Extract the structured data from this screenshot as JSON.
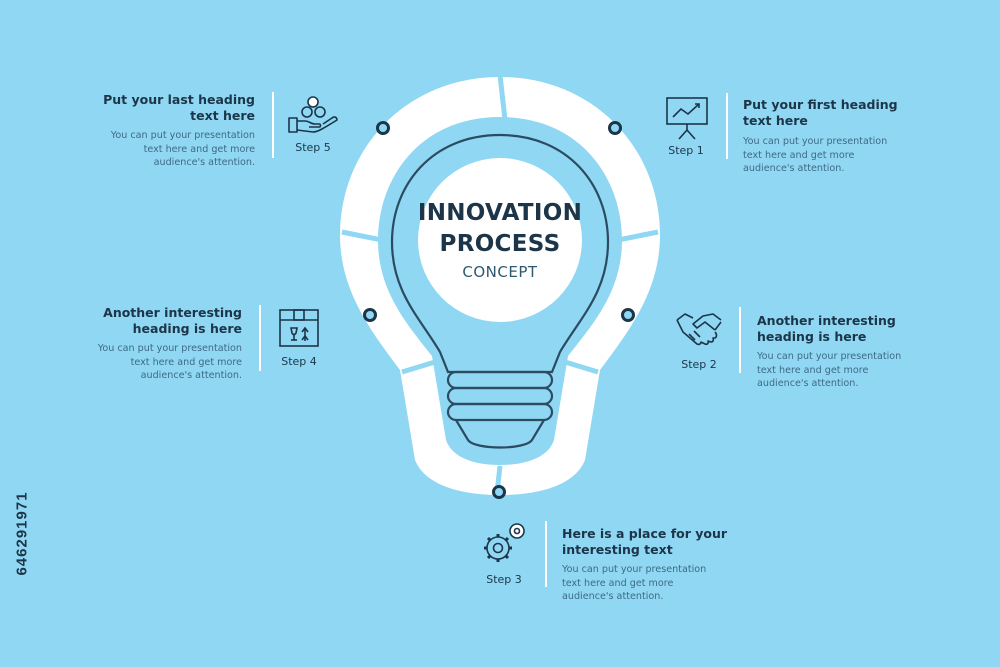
{
  "title": {
    "main": "INNOVATION\nPROCESS",
    "sub": "CONCEPT"
  },
  "side_id": "646291971",
  "colors": {
    "background": "#8fd7f3",
    "dark": "#1c3548",
    "white": "#ffffff"
  },
  "steps": [
    {
      "label": "Step 1",
      "heading": "Put your first heading\ntext here",
      "text": "You can put your presentation\ntext here and get more\naudience's attention.",
      "icon": "presentation-chart-icon"
    },
    {
      "label": "Step 2",
      "heading": "Another interesting\nheading is here",
      "text": "You can put your presentation\ntext here and get more\naudience's attention.",
      "icon": "handshake-icon"
    },
    {
      "label": "Step 3",
      "heading": "Here is a place for your\ninteresting text",
      "text": "You can put your presentation\ntext here and get more\naudience's attention.",
      "icon": "gears-icon"
    },
    {
      "label": "Step 4",
      "heading": "Another interesting\nheading is here",
      "text": "You can put your presentation\ntext here and get more\naudience's attention.",
      "icon": "box-icon"
    },
    {
      "label": "Step 5",
      "heading": "Put your last heading\ntext here",
      "text": "You can put your presentation\ntext here and get more\naudience's attention.",
      "icon": "hand-coins-icon"
    }
  ]
}
